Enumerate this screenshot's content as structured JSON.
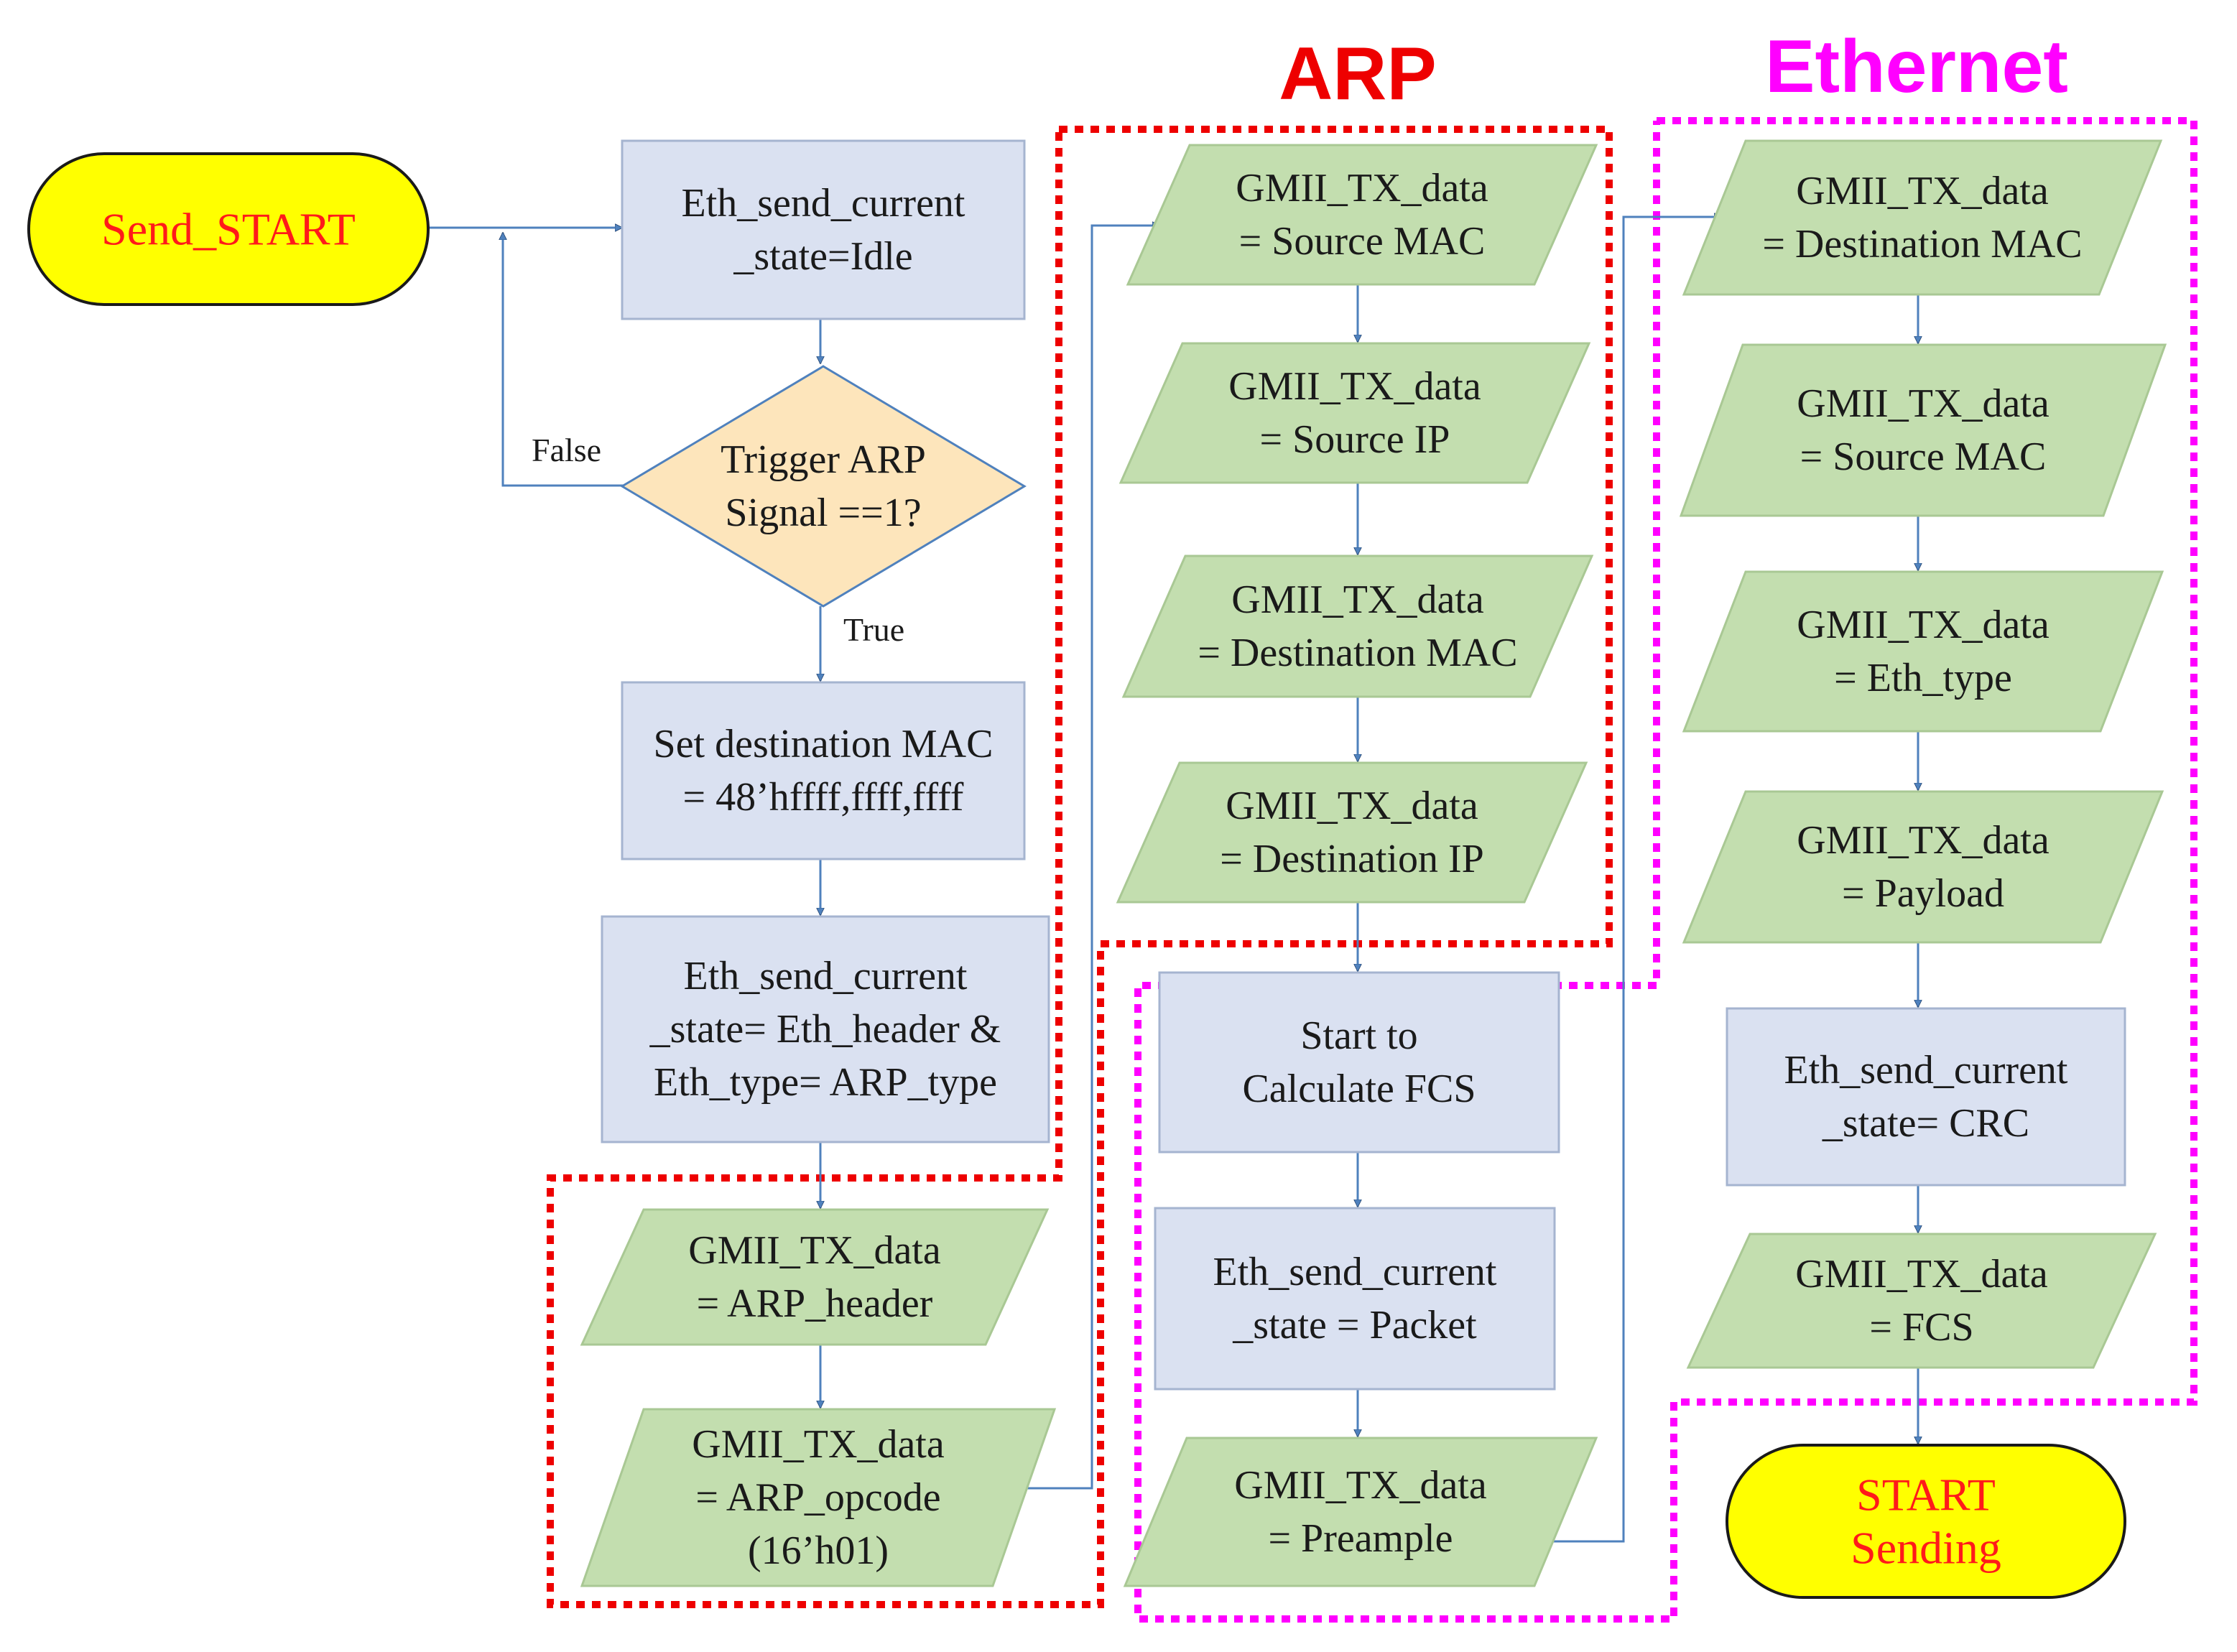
{
  "colors": {
    "process_fill": "#dae1f1",
    "process_stroke": "#a5b4d0",
    "data_fill": "#c3deaf",
    "data_stroke": "#a9c894",
    "decision_fill": "#fde5bb",
    "decision_stroke": "#4f81bd",
    "terminal_fill": "#ffff00",
    "terminal_stroke": "#1a1a1a",
    "terminal_text": "#ff1a1a",
    "connector": "#4f81bd",
    "arp_region": "#ee0000",
    "ethernet_region": "#ff00ff"
  },
  "regions": [
    {
      "id": "arp",
      "title": "ARP",
      "color": "#ee0000"
    },
    {
      "id": "ethernet",
      "title": "Ethernet",
      "color": "#ff00ff"
    }
  ],
  "nodes": [
    {
      "id": "send_start",
      "shape": "terminal",
      "lines": [
        "Send_START"
      ]
    },
    {
      "id": "idle",
      "shape": "process",
      "lines": [
        "Eth_send_current",
        "_state=Idle"
      ]
    },
    {
      "id": "trigger",
      "shape": "decision",
      "lines": [
        "Trigger ARP",
        "Signal ==1?"
      ]
    },
    {
      "id": "set_mac",
      "shape": "process",
      "lines": [
        "Set destination MAC",
        "= 48’hffff,ffff,ffff"
      ]
    },
    {
      "id": "eth_header",
      "shape": "process",
      "lines": [
        "Eth_send_current",
        "_state= Eth_header &",
        "Eth_type= ARP_type"
      ]
    },
    {
      "id": "arp_header",
      "shape": "data",
      "lines": [
        "GMII_TX_data",
        "= ARP_header"
      ]
    },
    {
      "id": "arp_opcode",
      "shape": "data",
      "lines": [
        "GMII_TX_data",
        "= ARP_opcode",
        "(16’h01)"
      ]
    },
    {
      "id": "arp_src_mac",
      "shape": "data",
      "lines": [
        "GMII_TX_data",
        "= Source MAC"
      ]
    },
    {
      "id": "arp_src_ip",
      "shape": "data",
      "lines": [
        "GMII_TX_data",
        "= Source IP"
      ]
    },
    {
      "id": "arp_dst_mac",
      "shape": "data",
      "lines": [
        "GMII_TX_data",
        "= Destination MAC"
      ]
    },
    {
      "id": "arp_dst_ip",
      "shape": "data",
      "lines": [
        "GMII_TX_data",
        "= Destination IP"
      ]
    },
    {
      "id": "calc_fcs",
      "shape": "process",
      "lines": [
        "Start to",
        "Calculate FCS"
      ]
    },
    {
      "id": "packet",
      "shape": "process",
      "lines": [
        "Eth_send_current",
        "_state = Packet"
      ]
    },
    {
      "id": "preamble",
      "shape": "data",
      "lines": [
        "GMII_TX_data",
        "= Preample"
      ]
    },
    {
      "id": "eth_dst_mac",
      "shape": "data",
      "lines": [
        "GMII_TX_data",
        "= Destination MAC"
      ]
    },
    {
      "id": "eth_src_mac",
      "shape": "data",
      "lines": [
        "GMII_TX_data",
        "= Source MAC"
      ]
    },
    {
      "id": "eth_type",
      "shape": "data",
      "lines": [
        "GMII_TX_data",
        "= Eth_type"
      ]
    },
    {
      "id": "payload",
      "shape": "data",
      "lines": [
        "GMII_TX_data",
        "= Payload"
      ]
    },
    {
      "id": "crc",
      "shape": "process",
      "lines": [
        "Eth_send_current",
        "_state= CRC"
      ]
    },
    {
      "id": "fcs",
      "shape": "data",
      "lines": [
        "GMII_TX_data",
        "= FCS"
      ]
    },
    {
      "id": "start_sending",
      "shape": "terminal",
      "lines": [
        "START",
        "Sending"
      ]
    }
  ],
  "edges": [
    {
      "from": "send_start",
      "to": "idle"
    },
    {
      "from": "idle",
      "to": "trigger"
    },
    {
      "from": "trigger",
      "to": "idle",
      "label": "False"
    },
    {
      "from": "trigger",
      "to": "set_mac",
      "label": "True"
    },
    {
      "from": "set_mac",
      "to": "eth_header"
    },
    {
      "from": "eth_header",
      "to": "arp_header"
    },
    {
      "from": "arp_header",
      "to": "arp_opcode"
    },
    {
      "from": "arp_opcode",
      "to": "arp_src_mac"
    },
    {
      "from": "arp_src_mac",
      "to": "arp_src_ip"
    },
    {
      "from": "arp_src_ip",
      "to": "arp_dst_mac"
    },
    {
      "from": "arp_dst_mac",
      "to": "arp_dst_ip"
    },
    {
      "from": "arp_dst_ip",
      "to": "calc_fcs"
    },
    {
      "from": "calc_fcs",
      "to": "packet"
    },
    {
      "from": "packet",
      "to": "preamble"
    },
    {
      "from": "preamble",
      "to": "eth_dst_mac"
    },
    {
      "from": "eth_dst_mac",
      "to": "eth_src_mac"
    },
    {
      "from": "eth_src_mac",
      "to": "eth_type"
    },
    {
      "from": "eth_type",
      "to": "payload"
    },
    {
      "from": "payload",
      "to": "crc"
    },
    {
      "from": "crc",
      "to": "fcs"
    },
    {
      "from": "fcs",
      "to": "start_sending"
    }
  ]
}
